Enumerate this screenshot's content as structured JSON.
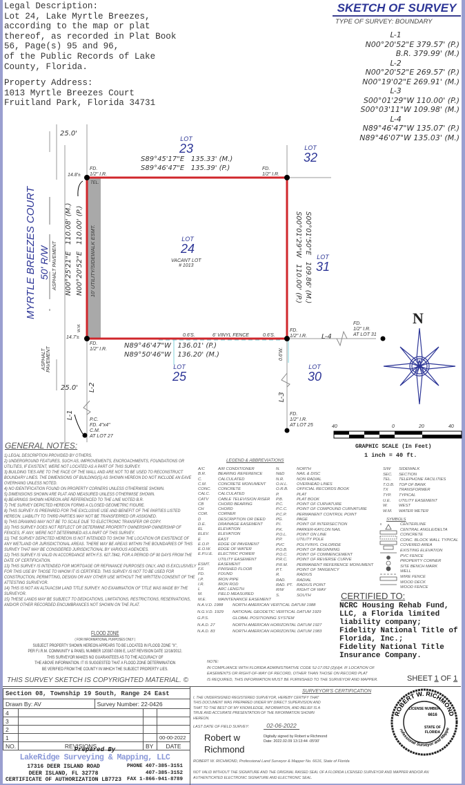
{
  "legal": {
    "lines": [
      "Legal Description:",
      "Lot 24, Lake Myrtle Breezes,",
      "according to the map or plat",
      "thereof, as recorded in Plat Book",
      "56, Page(s) 95 and 96,",
      "of the Public Records of Lake",
      "County, Florida."
    ],
    "addr_label": "Property Address:",
    "addr1": "1013 Myrtle Breezes Court",
    "addr2": "Fruitland Park, Florida 34731"
  },
  "header": {
    "title": "SKETCH OF SURVEY",
    "type": "TYPE OF SURVEY: BOUNDARY"
  },
  "line_table": [
    {
      "name": "L-1",
      "r1": "N00°20'52\"E   379.57' (P.)",
      "r2": "B.R.   379.99' (M.)"
    },
    {
      "name": "L-2",
      "r1": "N00°20'52\"E   269.57' (P.)",
      "r2": "N00°19'02\"E   269.91' (M.)"
    },
    {
      "name": "L-3",
      "r1": "S00°01'29\"W   110.00' (P.)",
      "r2": "S00°03'11\"W   109.98' (M.)"
    },
    {
      "name": "L-4",
      "r1": "N89°46'47\"W   135.07' (P.)",
      "r2": "N89°46'07\"W   135.03' (M.)"
    }
  ],
  "drawing": {
    "street": "MYRTLE BREEZES COURT",
    "row": "50' R/W",
    "asphalt": "ASPHALT PAVEMENT",
    "asphalt2": "ASPHALT PAVEMENT",
    "w25a": "25.0'",
    "w25b": "25.0'",
    "lot_word": "LOT",
    "lot23": "23",
    "lot24": "24",
    "lot25": "25",
    "lot30": "30",
    "lot31": "31",
    "lot32": "32",
    "vacant": "VACANT LOT",
    "vacant_no": "# 1013",
    "north_m": "S89°45'17\"E   135.33' (M.)",
    "north_p": "S89°46'47\"E   135.39' (P.)",
    "west_m": "N00°25'21\"E   110.08' (M.)",
    "west_p": "N00°20'52\"E   110.00' (P.)",
    "east_p": "S00°01'29\"W   110.00' (P.)",
    "east_m": "S00°01'50\"E   109.86' (M.)",
    "south_p": "N89°46'47\"W   136.01' (P.)",
    "south_m": "N89°50'46\"W   136.20' (M.)",
    "esmt": "10' UTILITY/SIDEWALK ESMT.",
    "tel": "TEL.",
    "wm": "W.M.",
    "d148": "14.8'±",
    "d147": "14.7'±",
    "fd_ir": "FD.\n1/2\" I.R.",
    "fence": "6' VINYL FENCE",
    "off1": "0.6'S.",
    "off2": "0.6'S.",
    "off3": "0.6'W.",
    "l1": "L-1",
    "l2": "L-2",
    "l3": "L-3",
    "l4": "L-4",
    "fd31": "FD.\n1/2\" I.R.\nAT LOT 31",
    "fd25": "FD.\n1/2\" I.R.\nAT LOT 25",
    "pc": "P.C.\nFD. 4\"x4\"\nC.M.\nAT LOT 27",
    "north_letter": "N",
    "scale_ticks": [
      "40",
      "0",
      "20",
      "40"
    ],
    "scale_title": "GRAPHIC SCALE (In Feet)",
    "scale_ratio": "1 inch = 40 ft."
  },
  "notes": {
    "heading": "GENERAL NOTES:",
    "items": [
      "1) LEGAL DESCRIPTION PROVIDED BY OTHERS.",
      "2) UNDERGROUND FEATURES, SUCH AS, IMPROVEMENTS, ENCROACHMENTS, FOUNDATIONS OR UTILITIES, IF EXISTENT, WERE NOT LOCATED AS A PART OF THIS SURVEY.",
      "3) BUILDING TIES ARE TO THE FACE OF THE WALL AND ARE NOT TO BE USED TO RECONSTRUCT BOUNDARY LINES. THE DIMENSIONS OF BUILDING(S) AS SHOWN HEREON DO NOT INCLUDE AN EAVE OVERHANG UNLESS NOTED.",
      "4) NO IDENTIFICATION FOUND ON PROPERTY CORNERS UNLESS OTHERWISE SHOWN.",
      "5) DIMENSIONS SHOWN ARE PLAT AND MEASURED UNLESS OTHERWISE SHOWN.",
      "6) BEARINGS SHOWN HEREON ARE REFERENCED TO THE LINE NOTED B.R.",
      "7) THE SURVEY DEPICTED HEREON FORMS A CLOSED GEOMETRIC FIGURE.",
      "8) THIS SURVEY IS PREPARED FOR THE EXCLUSIVE USE AND BENEFIT OF THE PARTIES LISTED HEREON.  LIABILITY TO THIRD PARTIES MAY NOT BE TRANSFERRED OR ASSIGNED.",
      "9) THIS DRAWING MAY NOT BE TO SCALE DUE TO ELECTRONIC TRANSFER OR COPY.",
      "10) THIS SURVEY DOES NOT REFLECT OR DETERMINE PROPERTY OWNERSHIP OWNERSHIP OF FENCES, IF ANY, WERE NOT DETERMINED AS A PART OF THIS SURVEY.",
      "11) THE SURVEY DEPICTED HEREON IS NOT INTENDED TO SHOW THE LOCATION OR EXISTENCE OF ANY WETLAND OR JURISDICTIONAL AREAS. THERE MAY BE AREAS WITHIN THE BOUNDARIES OF THIS SURVEY THAT MAY BE CONSIDERED JURISDICTIONAL BY VARIOUS AGENCIES.",
      "12) THIS SURVEY IS VALID IN ACCORDANCE WITH F.S. 627.7842, FOR A PERIOD OF 90 DAYS FROM THE DATE OF CERTIFICATION.",
      "13) THIS SURVEY IS INTENDED FOR MORTGAGE OR REFINANCE PURPOSES ONLY, AND IS EXCLUSIVELY FOR THIS USE BY THOSE TO WHOM IT IS CERTIFIED. THIS SURVEY IS NOT TO BE USED FOR CONSTRUCTION, PERMITTING, DESIGN OR ANY OTHER USE WITHOUT THE WRITTEN CONSENT OF THE ATTESTING SURVEYOR.",
      "14) THIS IS NOT AN ALTA/ACSM LAND TITLE SURVEY. NO EXAMINATION OF TITLE WAS MADE BY THE SURVEYOR.",
      "15) THESE LANDS MAY BE SUBJECT TO DEDICATIONS, LIMITATIONS, RESTRICTIONS, RESERVATIONS, AND/OR OTHER RECORDED ENCUMBRANCES NOT SHOWN ON THE PLAT."
    ]
  },
  "legend": {
    "heading": "LEGEND & ABBREVIATIONS",
    "col1": [
      [
        "A/C",
        "AIR CONDITIONER"
      ],
      [
        "B.R.",
        "BEARING REFERENCE"
      ],
      [
        "C.",
        "CALCULATED"
      ],
      [
        "C.M.",
        "CONCRETE MONUMENT"
      ],
      [
        "CONC.",
        "CONCRETE"
      ],
      [
        "CALC.",
        "CALCULATED"
      ],
      [
        "CATV",
        "CABLE TELEVISION RISER"
      ],
      [
        "CB",
        "CHORD BEARING"
      ],
      [
        "CH",
        "CHORD"
      ],
      [
        "COR.",
        "CORNER"
      ],
      [
        "D",
        "DESCRIPTION OR DEED"
      ],
      [
        "D.E.",
        "DRAINAGE EASEMENT"
      ],
      [
        "EL",
        "ELEVATION"
      ],
      [
        "ELEV.",
        "ELEVATION"
      ],
      [
        "E",
        "EAST"
      ],
      [
        "E.O.P.",
        "EDGE OF PAVEMENT"
      ],
      [
        "E.O.W.",
        "EDGE OF WATER"
      ],
      [
        "E.P.U.E.",
        "ELECTRIC POWER"
      ],
      [
        "",
        "UTILITY EASEMENT"
      ],
      [
        "ESMT.",
        "EASEMENT"
      ],
      [
        "F.F.",
        "FINISHED FLOOR"
      ],
      [
        "FD.",
        "FOUND"
      ],
      [
        "I.P.",
        "IRON PIPE"
      ],
      [
        "I.R.",
        "IRON ROD"
      ],
      [
        "L",
        "ARC LENGTH"
      ],
      [
        "M.",
        "FIELD MEASURED"
      ],
      [
        "M.E.",
        "MAINTENANCE EASEMENT"
      ]
    ],
    "datums": [
      [
        "N.A.V.D. 1988",
        "NORTH AMERICAN VERTICAL DATUM 1988"
      ],
      [
        "N.G.V.D. 1929",
        "NATIONAL GEODETIC VERTICAL DATUM 1929"
      ],
      [
        "G.P.S.",
        "GLOBAL POSITIONING SYSTEM"
      ],
      [
        "N.A.D. 27",
        "NORTH AMERICAN HORIZONTAL DATUM 1927"
      ],
      [
        "N.A.D. 83",
        "NORTH AMERICAN HORIZONTAL DATUM 1983"
      ]
    ],
    "col2": [
      [
        "N.",
        "NORTH"
      ],
      [
        "N&D",
        "NAIL & DISC"
      ],
      [
        "N.R.",
        "NON RADIAL"
      ],
      [
        "O.H.L.",
        "OVERHEAD LINES"
      ],
      [
        "O.R.B.",
        "OFFICIAL RECORDS BOOK"
      ],
      [
        "P.",
        "PLAT"
      ],
      [
        "P.B.",
        "PLAT BOOK"
      ],
      [
        "P.C.",
        "POINT OF CURVATURE"
      ],
      [
        "P.C.C.",
        "POINT OF COMPOUND CURVATURE"
      ],
      [
        "P.C.P.",
        "PERMANENT CONTROL POINT"
      ],
      [
        "PG.",
        "PAGE"
      ],
      [
        "P.I.",
        "POINT OF INTERSECTION"
      ],
      [
        "P.K.",
        "PARKER-KAYLON NAIL"
      ],
      [
        "P.O.L.",
        "POINT ON LINE"
      ],
      [
        "P.P.",
        "UTILITY POLE"
      ],
      [
        "PVC",
        "POLYVINYL CHLORIDE"
      ],
      [
        "P.O.B.",
        "POINT OF BEGINNING"
      ],
      [
        "P.O.C.",
        "POINT OF COMMENCEMENT"
      ],
      [
        "P.R.C.",
        "POINT OF REVERSE CURVE"
      ],
      [
        "P.R.M.",
        "PERMANENT REFERENCE MONUMENT"
      ],
      [
        "P.T.",
        "POINT OF TANGENCY"
      ],
      [
        "R.",
        "RADIUS"
      ],
      [
        "RAD.",
        "RADIAL"
      ],
      [
        "RAD. PT.",
        "RADIUS POINT"
      ],
      [
        "R/W",
        "RIGHT OF WAY"
      ],
      [
        "S.",
        "SOUTH"
      ]
    ],
    "col3": [
      [
        "S/W",
        "SIDEWALK"
      ],
      [
        "SEC.",
        "SECTION"
      ],
      [
        "TEL.",
        "TELEPHONE FACILITIES"
      ],
      [
        "T.O.B.",
        "TOP OF BANK"
      ],
      [
        "TX",
        "TRANSFORMER"
      ],
      [
        "TYP.",
        "TYPICAL"
      ],
      [
        "U.E.",
        "UTILITY EASEMENT"
      ],
      [
        "W.",
        "WEST"
      ],
      [
        "W.M.",
        "WATER METER"
      ]
    ],
    "symbols_heading": "SYMBOLS",
    "symbols": [
      "CENTERLINE",
      "CENTRAL ANGLE/DELTA",
      "CONCRETE",
      "CONC. BLOCK WALL TYPICAL",
      "COVERED AREA",
      "EXISTING ELEVATION",
      "PVC FENCE",
      "PROPERTY CORNER",
      "SITE BENCH MARK",
      "WELL",
      "WIRE FENCE",
      "WOOD DECK",
      "WOOD FENCE"
    ]
  },
  "certified": {
    "heading": "CERTIFIED TO:",
    "lines": [
      "NCRC Housing Rehab Fund,",
      "LLC, a Florida limited",
      "liability company;",
      "Fidelity National Title of",
      "Florida, Inc.;",
      "Fidelity National Title",
      "Insurance Company."
    ]
  },
  "flood": {
    "heading": "FLOOD ZONE",
    "sub": "( FOR INFORMATIONAL PURPOSES ONLY )",
    "lines": [
      "SUBJECT PROPERTY SHOWN HEREON APPEARS TO BE LOCATED IN FLOOD ZONE \"X\",",
      "PER F.I.R.M. COMMUNITY & PANEL NUMBER 120387-0306 E, LAST REVISION DATE 12/18/2012.",
      "THIS SURVEYOR MAKES NO GUARANTEES AS TO THE ACCURACY OF",
      "THE ABOVE INFORMATION. IT IS SUGGESTED THAT A FLOOD ZONE DETERMINATION",
      "BE VERIFIED FROM THE COUNTY IN WHICH THE SUBJECT PROPERTY LIES."
    ]
  },
  "copyright": "THIS SURVEY SKETCH IS COPYRIGHTED MATERIAL. ©",
  "note": {
    "label": "NOTE:",
    "lines": [
      "IN COMPLIANCE WITH FLORIDA ADMINISTRATIVE CODE 5J-17.052 (2)(d)4. IF LOCATION OF",
      "EASEMENTS OR RIGHT-OF-WAY OF RECORD, OTHER THAN THOSE ON RECORD PLAT",
      "IS REQUIRED, THIS INFORMATION MUST BE FURNISHED TO THE SURVEYOR AND MAPPER."
    ]
  },
  "sheet": {
    "label": "SHEET",
    "num": "1",
    "of": "OF",
    "total": "1"
  },
  "titleblock": {
    "section": "Section 08, Township 19 South, Range 24 East",
    "drawn_by": "Drawn By: AV",
    "survey_no": "Survey Number:  22-0426",
    "rev_rows": [
      {
        "no": "4",
        "rev": "",
        "by": "",
        "date": ""
      },
      {
        "no": "3",
        "rev": "",
        "by": "",
        "date": ""
      },
      {
        "no": "2",
        "rev": "",
        "by": "",
        "date": ""
      },
      {
        "no": "1",
        "rev": "",
        "by": "",
        "date": "00-00-2022"
      }
    ],
    "hdr_no": "NO.",
    "hdr_rev": "REVISIONS",
    "hdr_by": "BY",
    "hdr_date": "DATE",
    "prepared_by": "Prepared By",
    "company": "LakeRidge Surveying & Mapping, LLC",
    "addr1": "17316 DEER ISLAND ROAD",
    "addr2": "DEER ISLAND, FL 32778",
    "cert_auth": "CERTIFICATE OF AUTHORIZATION LB7723",
    "phone1": "PHONE 407-385-3151",
    "phone2": "407-385-3152",
    "fax": "FAX 1-866-941-8789"
  },
  "surveyor": {
    "heading": "SURVEYOR'S CERTIFICATION",
    "text": "I, THE UNDERSIGNED REGISTERED SURVEYOR, HEREBY CERTIFY THAT THIS DOCUMENT WAS PREPARED UNDER MY DIRECT SUPERVISION AND THAT TO THE BEST OF MY KNOWLEDGE, INFORMATION, AND BELIEF IS A TRUE AND ACCURATE PRESENTATION OF THE INFORMATION SHOWN HEREON.",
    "field_label": "LAST DATE OF FIELD SURVEY:",
    "field_date": "02-06-2022",
    "sig1": "Robert w",
    "sig2": "Richmond",
    "digital": "Digitally signed by Robert w Richmond",
    "digital_date": "Date: 2022.02.09 13:13:44 -05'00'",
    "name_line": "ROBERT W. RICHMOND,   Professional Land Surveyor & Mapper No. 6616,  State of Florida",
    "not_valid": "NOT VALID WITHOUT THE SIGNATURE AND THE ORIGINAL RAISED SEAL OF A FLORIDA LICENSED SURVEYOR AND MAPPER AND/OR AN AUTHENTICATED ELECTRONIC SIGNATURE AND ELECTRONIC SEAL.",
    "seal": [
      "ROBERT W. RICHMOND",
      "LICENSE NUMBER",
      "6616",
      "STATE OF",
      "FLORIDA",
      "Professional Surveyor and Mapper"
    ]
  },
  "colors": {
    "boundary": "#d0262b",
    "blue": "#2c3596",
    "frame": "#9a9fd0"
  }
}
